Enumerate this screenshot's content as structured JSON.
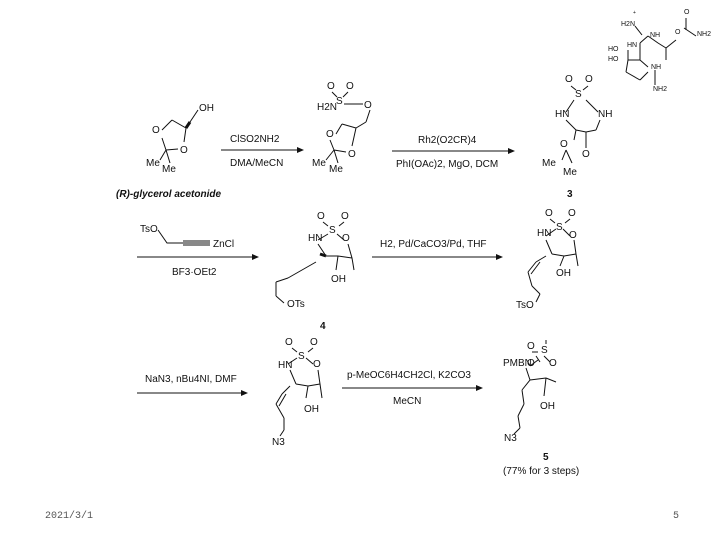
{
  "footer": {
    "date": "2021/3/1",
    "page": "5"
  },
  "compounds": {
    "c1_label": "(R)-glycerol acetonide",
    "c3_label": "3",
    "c4_label": "4",
    "c5_label": "5",
    "c5_yield": "(77% for 3 steps)"
  },
  "reagents": {
    "r1_top": "ClSO2NH2",
    "r1_bottom": "DMA/MeCN",
    "r2_top": "Rh2(O2CR)4",
    "r2_bottom": "PhI(OAc)2, MgO, DCM",
    "r3_top_ts": "TsO",
    "r3_top_zn": "ZnCl",
    "r3_bottom": "BF3·OEt2",
    "r4_top": "H2, Pd/CaCO3/Pd, THF",
    "r5_top": "NaN3, nBu4NI, DMF",
    "r6_top": "p-MeOC6H4CH2Cl, K2CO3",
    "r6_bottom": "MeCN"
  },
  "atoms": {
    "oh": "OH",
    "o": "O",
    "me": "Me",
    "s": "S",
    "hn": "HN",
    "nh": "NH",
    "h2n": "H2N",
    "ots": "OTs",
    "tso": "TsO",
    "n3": "N3",
    "pmbn": "PMBN",
    "ho": "HO",
    "nh2": "NH2",
    "plus": "+"
  }
}
